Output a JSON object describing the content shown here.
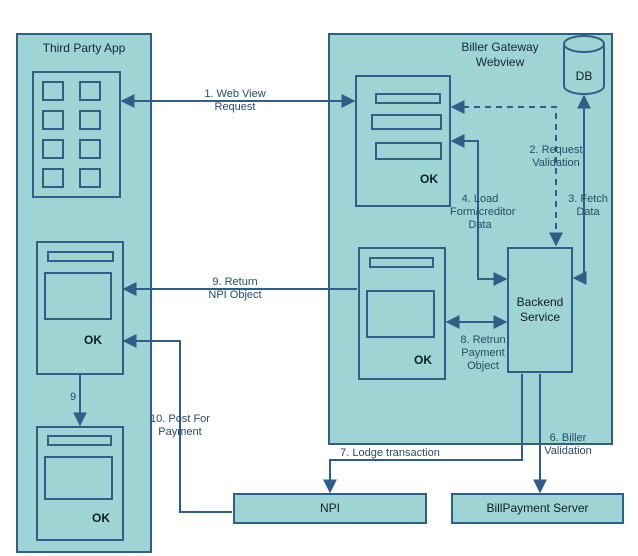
{
  "colors": {
    "fill": "#9fd4d4",
    "stroke": "#2e5f88",
    "text": "#10283c"
  },
  "containers": {
    "third_party": {
      "title": "Third Party App"
    },
    "biller_gateway": {
      "title_line1": "Biller Gateway",
      "title_line2": "Webview"
    }
  },
  "nodes": {
    "db": {
      "label": "DB"
    },
    "backend": {
      "line1": "Backend",
      "line2": "Service"
    },
    "npi": {
      "label": "NPI"
    },
    "billpayment": {
      "label": "BillPayment Server"
    }
  },
  "ok_label": "OK",
  "edges": {
    "e1": {
      "line1": "1. Web View",
      "line2": "Request"
    },
    "e2": {
      "line1": "2. Request",
      "line2": "Validation"
    },
    "e3": {
      "line1": "3. Fetch",
      "line2": "Data"
    },
    "e4": {
      "line1": "4. Load",
      "line2": "Form/creditor",
      "line3": "Data"
    },
    "e6": {
      "line1": "6. Biller",
      "line2": "Validation"
    },
    "e7": {
      "line1": "7. Lodge transaction"
    },
    "e8": {
      "line1": "8. Retrun",
      "line2": "Payment",
      "line3": "Object"
    },
    "e9a": {
      "line1": "9. Return",
      "line2": "NPI Object"
    },
    "e9b": {
      "line1": "9"
    },
    "e10": {
      "line1": "10. Post For",
      "line2": "Payment"
    }
  }
}
